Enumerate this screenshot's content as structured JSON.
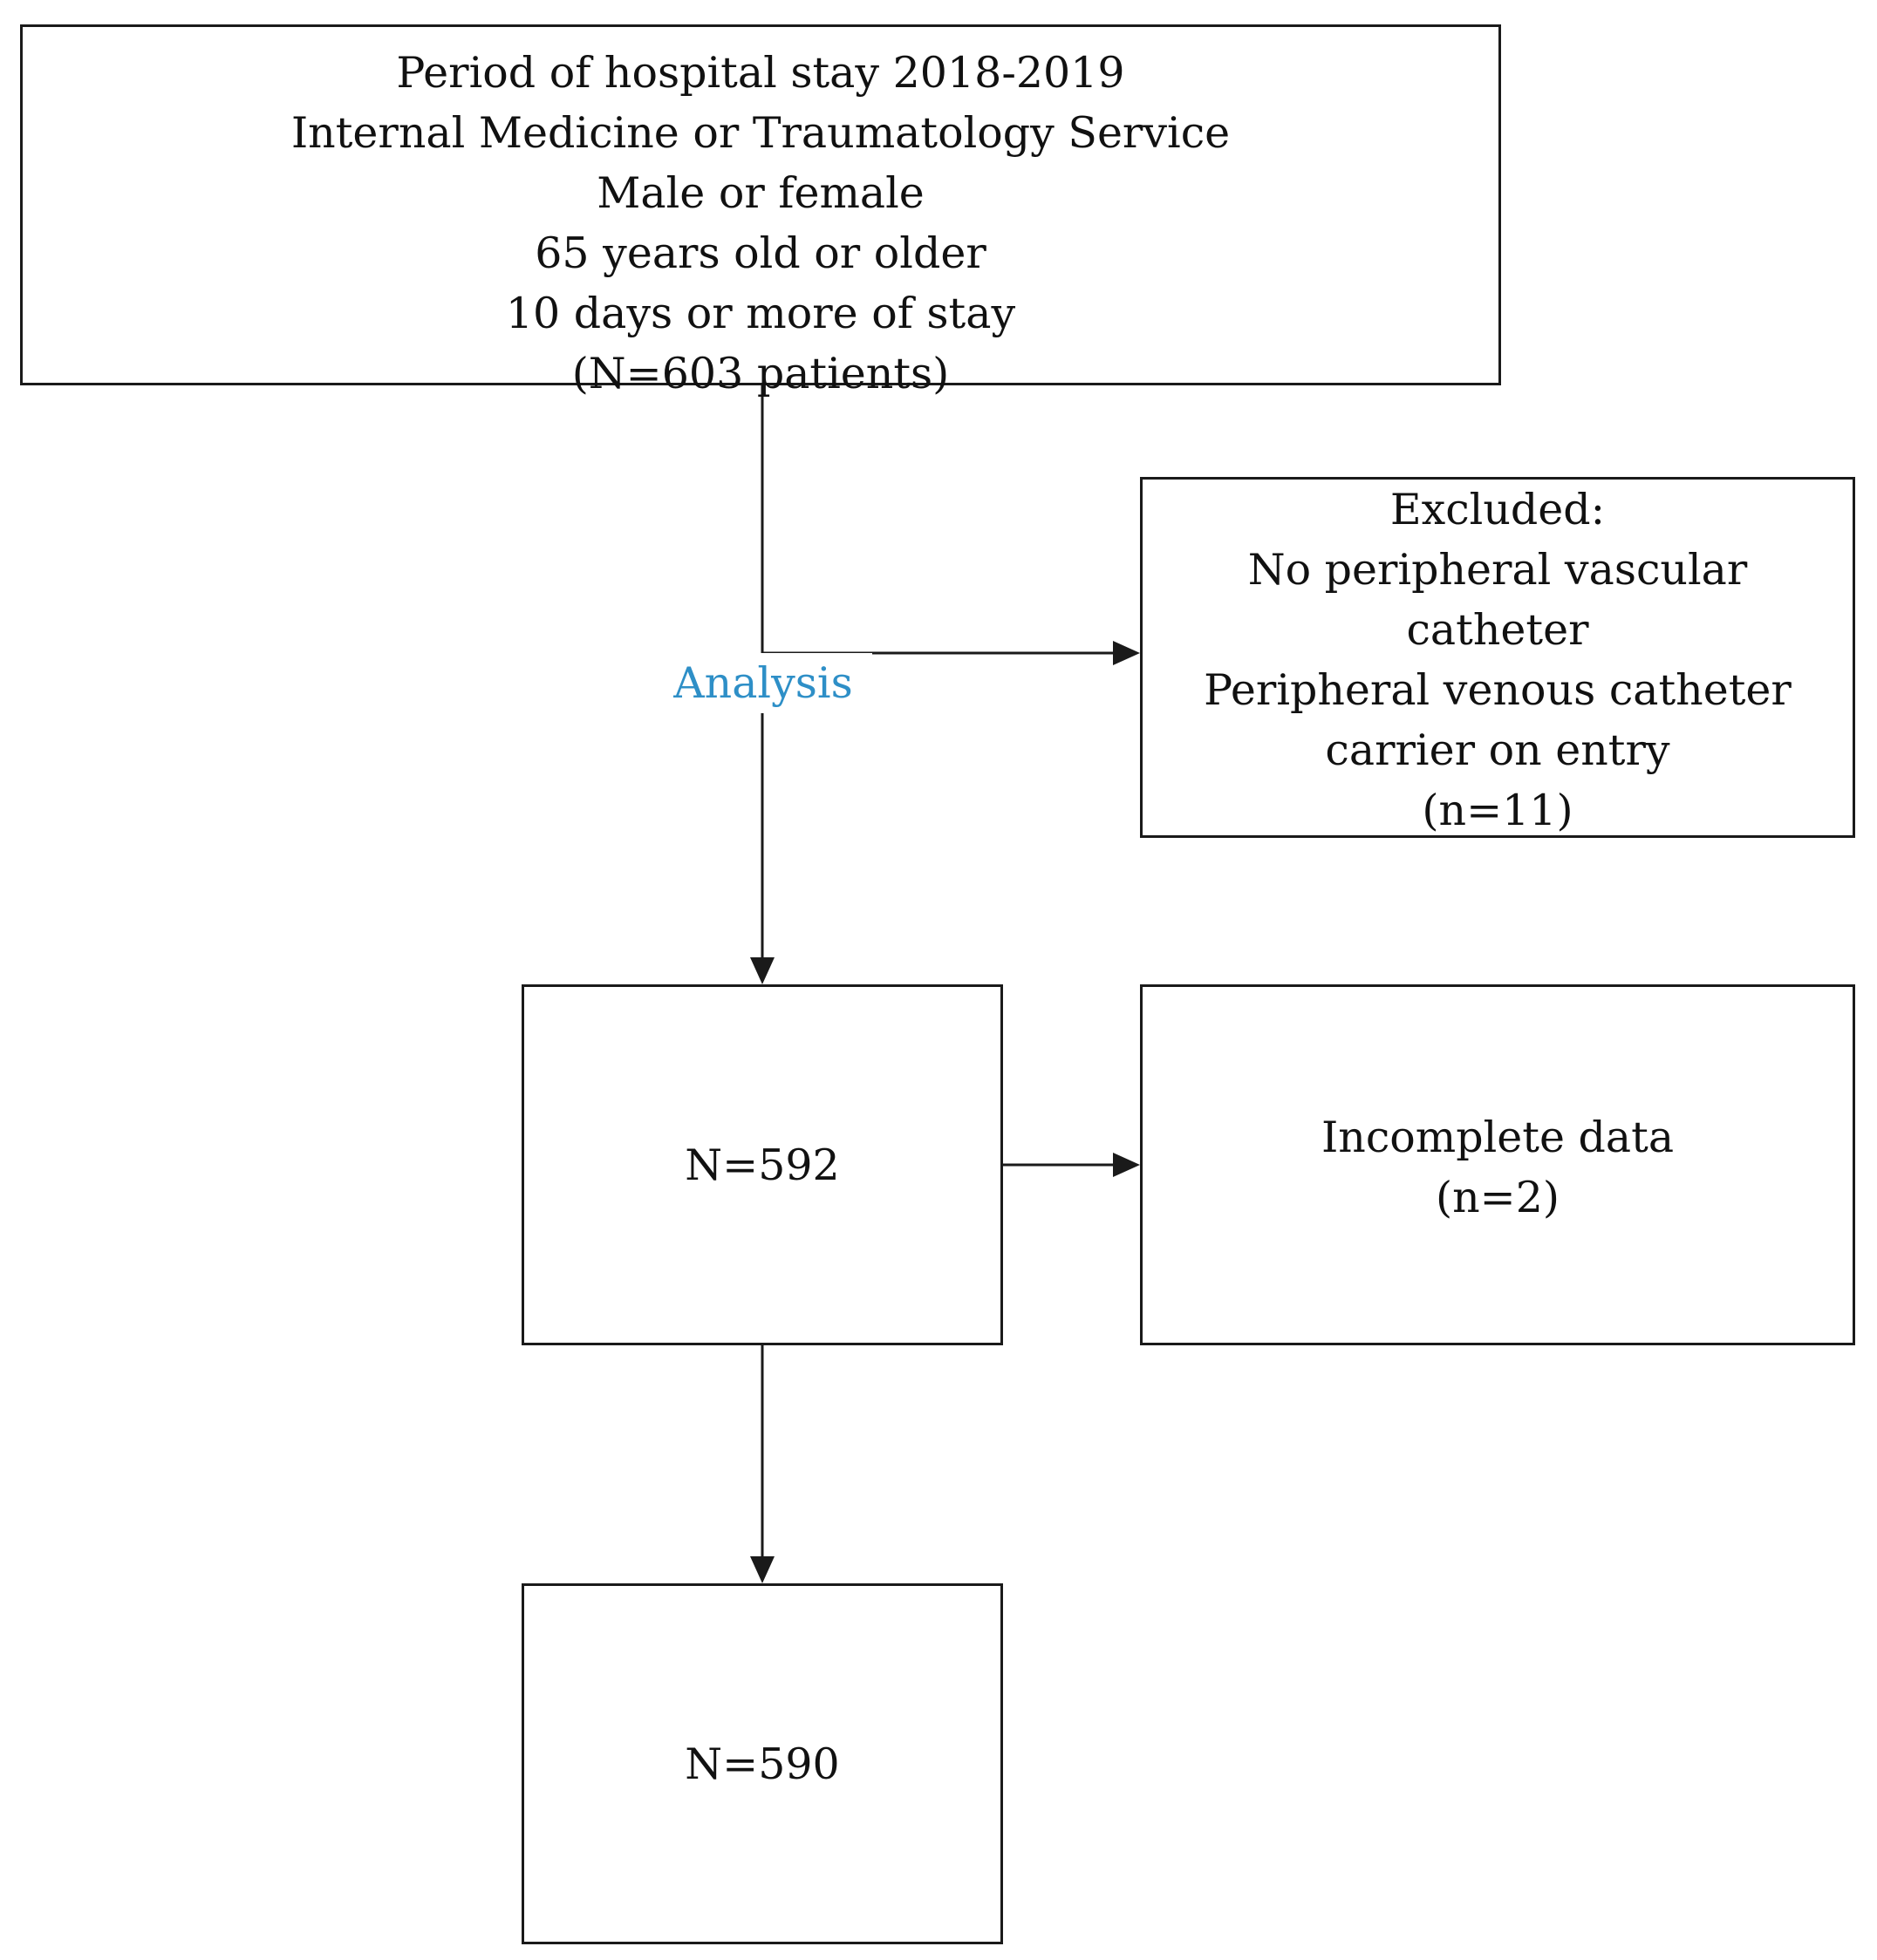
{
  "diagram": {
    "inclusion_box": {
      "lines": [
        "Period of hospital stay 2018-2019",
        "Internal Medicine or Traumatology Service",
        "Male or female",
        "65 years old or older",
        "10 days or more of stay",
        "(N=603 patients)"
      ]
    },
    "analysis_label": "Analysis",
    "excluded_box": {
      "lines": [
        "Excluded:",
        "No peripheral vascular",
        "catheter",
        "Peripheral venous catheter",
        "carrier on entry",
        "(n=11)"
      ]
    },
    "after_exclusion_box": {
      "lines": [
        "N=592"
      ]
    },
    "incomplete_box": {
      "lines": [
        "Incomplete data",
        "(n=2)"
      ]
    },
    "final_box": {
      "lines": [
        "N=590"
      ]
    },
    "colors": {
      "analysis_label": "#2e8fc7",
      "line": "#1a1a1a",
      "text": "#111111"
    }
  }
}
